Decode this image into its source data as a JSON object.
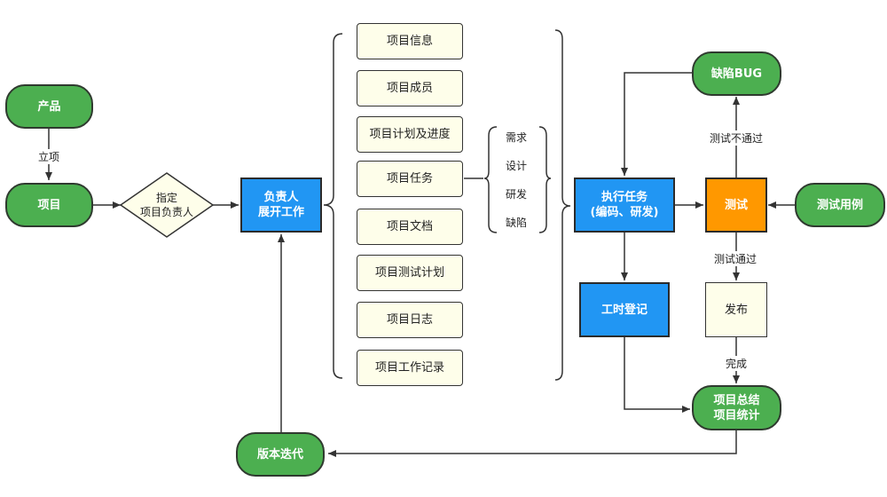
{
  "nodes": {
    "product": "产品",
    "project": "项目",
    "assign": "指定\n项目负责人",
    "owner": "负责人\n展开工作",
    "version_iter": "版本迭代",
    "exec_task": "执行任务\n(编码、研发)",
    "work_hours": "工时登记",
    "bug": "缺陷BUG",
    "test": "测试",
    "test_case": "测试用例",
    "release": "发布",
    "summary": "项目总结\n项目统计"
  },
  "project_items": [
    "项目信息",
    "项目成员",
    "项目计划及进度",
    "项目任务",
    "项目文档",
    "项目测试计划",
    "项目日志",
    "项目工作记录"
  ],
  "task_types": [
    "需求",
    "设计",
    "研发",
    "缺陷"
  ],
  "edge_labels": {
    "approve": "立项",
    "test_fail": "测试不通过",
    "test_pass": "测试通过",
    "done": "完成"
  },
  "colors": {
    "green": "#4caf50",
    "blue": "#2196f3",
    "orange": "#ff9800",
    "cream": "#fefeea",
    "line": "#333333"
  }
}
